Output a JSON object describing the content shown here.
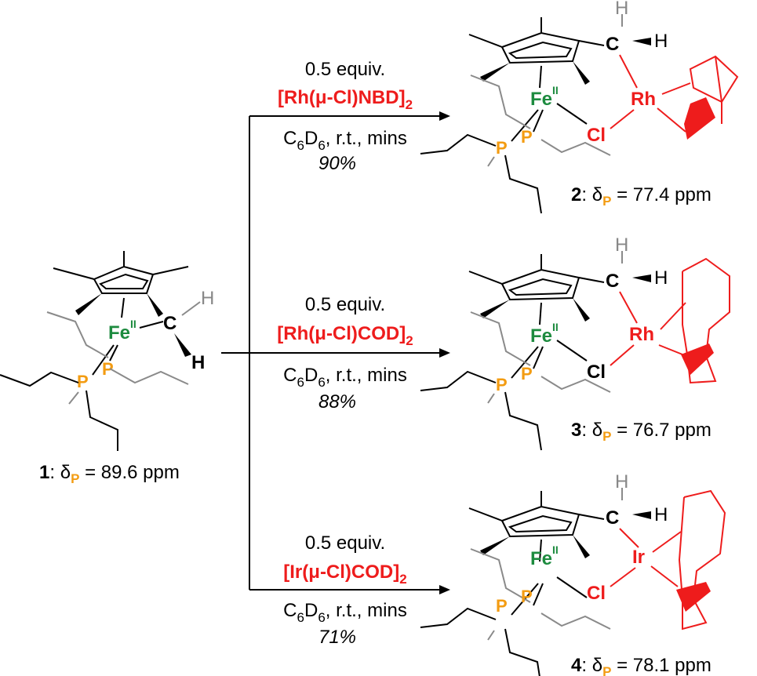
{
  "compounds": {
    "c1": {
      "number": "1",
      "shift_symbol": "δ",
      "shift_sub": "P",
      "shift_value": "= 89.6 ppm"
    },
    "c2": {
      "number": "2",
      "shift_symbol": "δ",
      "shift_sub": "P",
      "shift_value": "= 77.4 ppm"
    },
    "c3": {
      "number": "3",
      "shift_symbol": "δ",
      "shift_sub": "P",
      "shift_value": "= 76.7 ppm"
    },
    "c4": {
      "number": "4",
      "shift_symbol": "δ",
      "shift_sub": "P",
      "shift_value": "= 78.1 ppm"
    }
  },
  "reactions": [
    {
      "equiv": "0.5 equiv.",
      "reagent_main": "[Rh(μ-Cl)NBD]",
      "reagent_sub": "2",
      "cond_a": "C",
      "cond_a_sub": "6",
      "cond_b": "D",
      "cond_b_sub": "6",
      "cond_rest": ", r.t., mins",
      "yield": "90%"
    },
    {
      "equiv": "0.5 equiv.",
      "reagent_main": "[Rh(μ-Cl)COD]",
      "reagent_sub": "2",
      "cond_a": "C",
      "cond_a_sub": "6",
      "cond_b": "D",
      "cond_b_sub": "6",
      "cond_rest": ", r.t., mins",
      "yield": "88%"
    },
    {
      "equiv": "0.5 equiv.",
      "reagent_main": "[Ir(μ-Cl)COD]",
      "reagent_sub": "2",
      "cond_a": "C",
      "cond_a_sub": "6",
      "cond_b": "D",
      "cond_b_sub": "6",
      "cond_rest": ", r.t., mins",
      "yield": "71%"
    }
  ],
  "atoms": {
    "fe": "Fe",
    "ox_state": "II",
    "p": "P",
    "c": "C",
    "h": "H",
    "cl": "Cl",
    "rh": "Rh",
    "ir": "Ir"
  },
  "colors": {
    "fe": "#1d8b3f",
    "p": "#f39c12",
    "metal_fragment": "#ee1c1c",
    "bond": "#000000",
    "grey": "#8a8a8a"
  }
}
